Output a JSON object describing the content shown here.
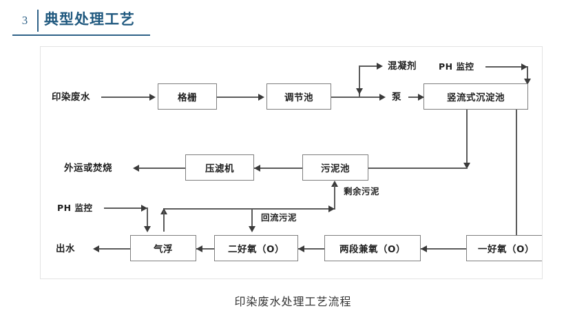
{
  "header": {
    "number": "3",
    "title": "典型处理工艺"
  },
  "diagram": {
    "caption": "印染废水处理工艺流程",
    "boxes": [
      {
        "id": "grille",
        "label": "格栅"
      },
      {
        "id": "regulating",
        "label": "调节池"
      },
      {
        "id": "settler",
        "label": "竖流式沉淀池"
      },
      {
        "id": "filter-press",
        "label": "压滤机"
      },
      {
        "id": "sludge-tank",
        "label": "污泥池"
      },
      {
        "id": "flotation",
        "label": "气浮"
      },
      {
        "id": "aerobic-2",
        "label": "二好氧（O）"
      },
      {
        "id": "facultative-2",
        "label": "两段兼氧（O）"
      },
      {
        "id": "aerobic-1",
        "label": "一好氧（O）"
      }
    ],
    "labels": [
      {
        "id": "influent",
        "text": "印染废水"
      },
      {
        "id": "coagulant",
        "text": "混凝剂"
      },
      {
        "id": "pump",
        "text": "泵"
      },
      {
        "id": "ph-monitor-top",
        "text": "PH 监控"
      },
      {
        "id": "haul-or-burn",
        "text": "外运或焚烧"
      },
      {
        "id": "excess-sludge",
        "text": "剩余污泥"
      },
      {
        "id": "ph-monitor-bot",
        "text": "PH 监控"
      },
      {
        "id": "return-sludge",
        "text": "回流污泥"
      },
      {
        "id": "effluent",
        "text": "出水"
      }
    ]
  }
}
